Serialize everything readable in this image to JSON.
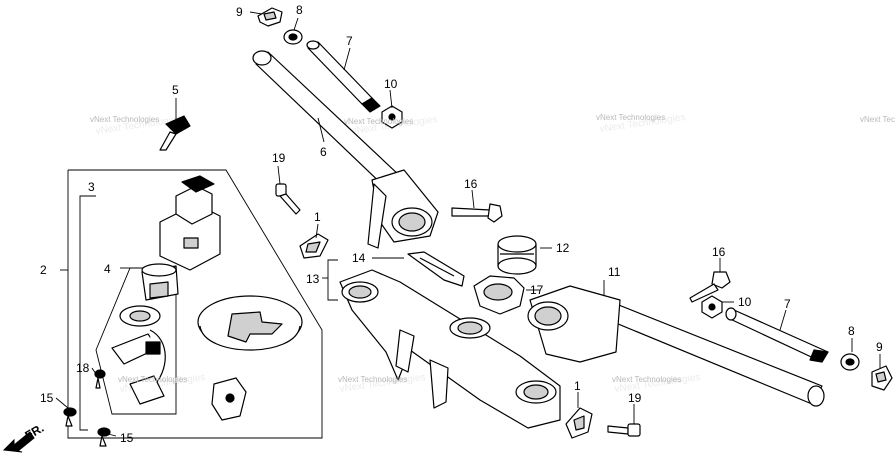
{
  "callouts": {
    "c1a": "1",
    "c1b": "1",
    "c2": "2",
    "c3": "3",
    "c4": "4",
    "c5": "5",
    "c6": "6",
    "c7a": "7",
    "c7b": "7",
    "c8a": "8",
    "c8b": "8",
    "c9a": "9",
    "c9b": "9",
    "c10a": "10",
    "c10b": "10",
    "c11": "11",
    "c12": "12",
    "c13": "13",
    "c14": "14",
    "c15a": "15",
    "c15b": "15",
    "c16a": "16",
    "c16b": "16",
    "c17": "17",
    "c18": "18",
    "c19a": "19",
    "c19b": "19"
  },
  "watermark": {
    "text": "vNext Technologies"
  },
  "direction": {
    "label": "FR."
  }
}
